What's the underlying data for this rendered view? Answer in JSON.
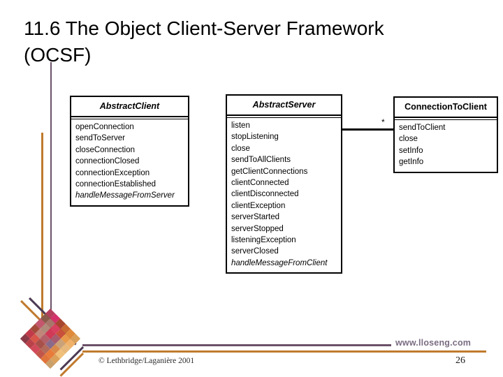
{
  "slide": {
    "title": "11.6 The Object Client-Server Framework\n   (OCSF)",
    "page_number": "26",
    "copyright": "© Lethbridge/Laganière 2001",
    "website": "www.lloseng.com"
  },
  "colors": {
    "accent_purple": "#6b5168",
    "accent_purple_dark": "#4b3a52",
    "accent_orange": "#c07a2d",
    "website_text": "#7a6d82",
    "box_border": "#000000",
    "background": "#ffffff"
  },
  "diagram": {
    "type": "uml-class-diagram",
    "classes": [
      {
        "name": "AbstractClient",
        "abstract": true,
        "operations": [
          {
            "label": "openConnection",
            "abstract": false
          },
          {
            "label": "sendToServer",
            "abstract": false
          },
          {
            "label": "closeConnection",
            "abstract": false
          },
          {
            "label": "connectionClosed",
            "abstract": false
          },
          {
            "label": "connectionException",
            "abstract": false
          },
          {
            "label": "connectionEstablished",
            "abstract": false
          },
          {
            "label": "handleMessageFromServer",
            "abstract": true
          }
        ]
      },
      {
        "name": "AbstractServer",
        "abstract": true,
        "operations": [
          {
            "label": "listen",
            "abstract": false
          },
          {
            "label": "stopListening",
            "abstract": false
          },
          {
            "label": "close",
            "abstract": false
          },
          {
            "label": "sendToAllClients",
            "abstract": false
          },
          {
            "label": "getClientConnections",
            "abstract": false
          },
          {
            "label": "clientConnected",
            "abstract": false
          },
          {
            "label": "clientDisconnected",
            "abstract": false
          },
          {
            "label": "clientException",
            "abstract": false
          },
          {
            "label": "serverStarted",
            "abstract": false
          },
          {
            "label": "serverStopped",
            "abstract": false
          },
          {
            "label": "listeningException",
            "abstract": false
          },
          {
            "label": "serverClosed",
            "abstract": false
          },
          {
            "label": "handleMessageFromClient",
            "abstract": true
          }
        ]
      },
      {
        "name": "ConnectionToClient",
        "abstract": false,
        "operations": [
          {
            "label": "sendToClient",
            "abstract": false
          },
          {
            "label": "close",
            "abstract": false
          },
          {
            "label": "setInfo",
            "abstract": false
          },
          {
            "label": "getInfo",
            "abstract": false
          }
        ]
      }
    ],
    "associations": [
      {
        "from": "AbstractServer",
        "to": "ConnectionToClient",
        "multiplicity_label": "*"
      }
    ]
  },
  "logo": {
    "name": "mosaic-diamond-logo",
    "tiles": [
      "#b5405e",
      "#d4326a",
      "#a8452f",
      "#c96a33",
      "#e08a3c",
      "#d9a05a",
      "#8a5a4a",
      "#a8766a",
      "#d8405f",
      "#c9503a",
      "#e89a4a",
      "#f0b26a",
      "#c4566e",
      "#b08a7a",
      "#d03a56",
      "#a85a6e",
      "#caa27a",
      "#e8b87a",
      "#a44a3a",
      "#c2857a",
      "#b4606a",
      "#8a6a8a",
      "#d98a4a",
      "#f0c07a",
      "#c13a4a",
      "#d8554a",
      "#a8504a",
      "#b46a5a",
      "#e87a3a",
      "#dba05a",
      "#8a3a46",
      "#b8414a",
      "#d14a5a",
      "#c2564a",
      "#e0743a",
      "#caa06a"
    ]
  }
}
